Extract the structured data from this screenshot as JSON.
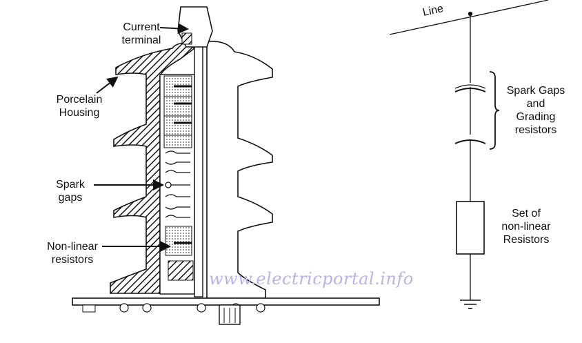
{
  "labels": {
    "current_terminal": [
      "Current",
      "terminal"
    ],
    "porcelain_housing": [
      "Porcelain",
      "Housing"
    ],
    "spark_gaps": [
      "Spark",
      "gaps"
    ],
    "non_linear_resistors": [
      "Non-linear",
      "resistors"
    ]
  },
  "schematic": {
    "line": "Line",
    "spark_gaps_grading": [
      "Spark Gaps",
      "and",
      "Grading",
      "resistors"
    ],
    "set_of_resistors": [
      "Set of",
      "non-linear",
      "Resistors"
    ]
  },
  "watermark": "www.electricportal.info",
  "colors": {
    "ink": "#111111",
    "watermark": "#b7b3ea",
    "fill": "#ffffff"
  }
}
